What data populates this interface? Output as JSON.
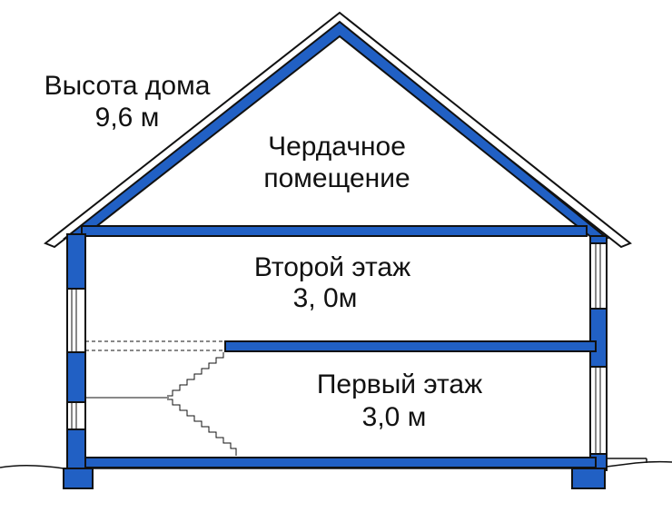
{
  "labels": {
    "house_height_title": "Высота дома",
    "house_height_value": "9,6 м",
    "attic_line1": "Чердачное",
    "attic_line2": "помещение",
    "second_floor_title": "Второй этаж",
    "second_floor_height": "3, 0м",
    "first_floor_title": "Первый этаж",
    "first_floor_height": "3,0 м"
  },
  "colors": {
    "structure_fill": "#2160c4",
    "outline": "#111111",
    "background": "#ffffff"
  }
}
